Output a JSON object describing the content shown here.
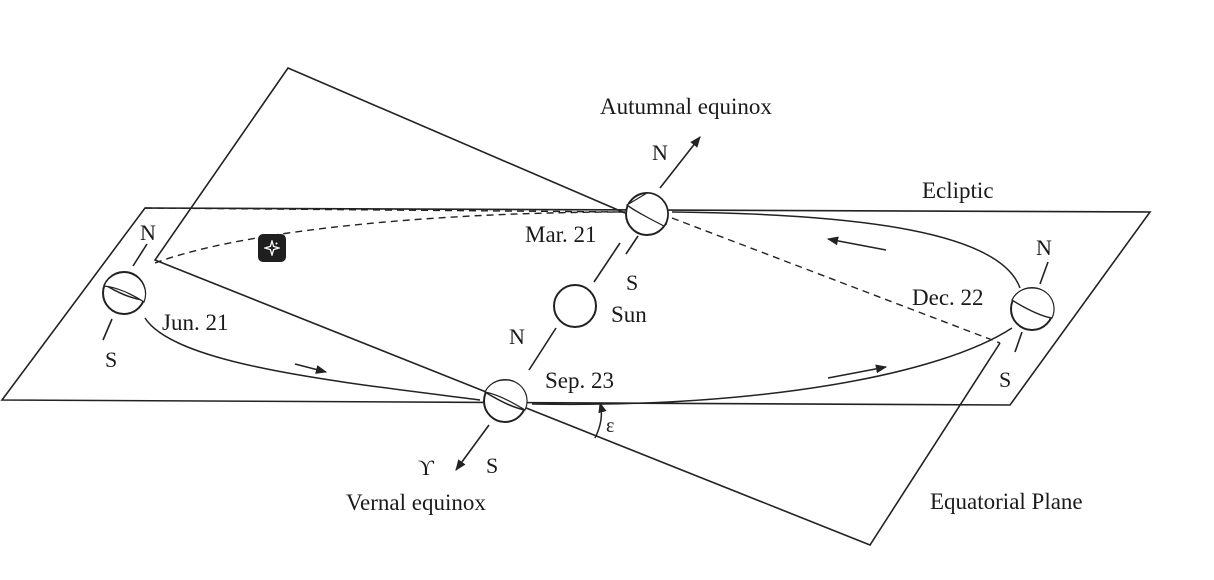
{
  "labels": {
    "autumnal": "Autumnal equinox",
    "vernal": "Vernal equinox",
    "ecliptic": "Ecliptic",
    "equatorial": "Equatorial Plane",
    "sun": "Sun",
    "mar": "Mar. 21",
    "jun": "Jun. 21",
    "sep": "Sep. 23",
    "dec": "Dec. 22",
    "north": "N",
    "south": "S",
    "epsilon": "ε",
    "aries": "ϒ"
  }
}
